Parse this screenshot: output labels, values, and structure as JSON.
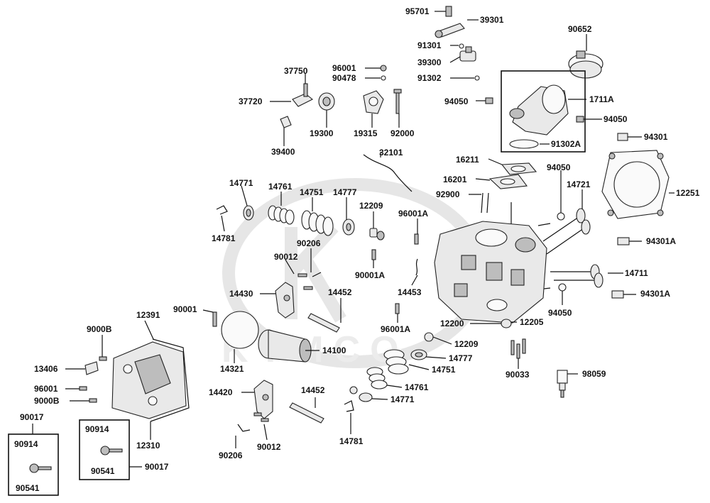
{
  "watermark": {
    "brand": "KYMCO"
  },
  "colors": {
    "ink": "#111111",
    "part_fill": "#e9e9e9",
    "part_dark": "#bdbdbd",
    "watermark": "#e6e6e6"
  },
  "labels": {
    "p95701": "95701",
    "p39301": "39301",
    "p90652": "90652",
    "p91301": "91301",
    "p39300": "39300",
    "p91302": "91302",
    "p96001_top": "96001",
    "p90478": "90478",
    "p37750": "37750",
    "p37720": "37720",
    "p19300": "19300",
    "p19315": "19315",
    "p92000": "92000",
    "p39400": "39400",
    "p94050_a": "94050",
    "p1711A": "1711A",
    "p94050_b": "94050",
    "p91302A": "91302A",
    "p94301": "94301",
    "p32101": "32101",
    "p16211": "16211",
    "p16201": "16201",
    "p94050_c": "94050",
    "p12251": "12251",
    "p92900": "92900",
    "p14721": "14721",
    "p14771_a": "14771",
    "p14761_a": "14761",
    "p14751_a": "14751",
    "p14777_a": "14777",
    "p12209_a": "12209",
    "p96001A_a": "96001A",
    "p14781_a": "14781",
    "p90206_a": "90206",
    "p94301A_a": "94301A",
    "p90012_a": "90012",
    "p90001A": "90001A",
    "p14711": "14711",
    "p14430": "14430",
    "p14452_a": "14452",
    "p14453": "14453",
    "p94301A_b": "94301A",
    "p90001": "90001",
    "p96001A_b": "96001A",
    "p94050_d": "94050",
    "p12391": "12391",
    "p12200": "12200",
    "p12205": "12205",
    "p9000B_a": "9000B",
    "p12209_b": "12209",
    "p14100": "14100",
    "p14777_b": "14777",
    "p13406": "13406",
    "p14321": "14321",
    "p14751_b": "14751",
    "p90033": "90033",
    "p98059": "98059",
    "p96001_b": "96001",
    "p14420": "14420",
    "p14452_b": "14452",
    "p14761_b": "14761",
    "p9000B_b": "9000B",
    "p14771_b": "14771",
    "p90017_a": "90017",
    "p90914_a": "90914",
    "p12310": "12310",
    "p14781_b": "14781",
    "p90914_b": "90914",
    "p90206_b": "90206",
    "p90012_b": "90012",
    "p90541_a": "90541",
    "p90017_b": "90017",
    "p90541_b": "90541"
  }
}
